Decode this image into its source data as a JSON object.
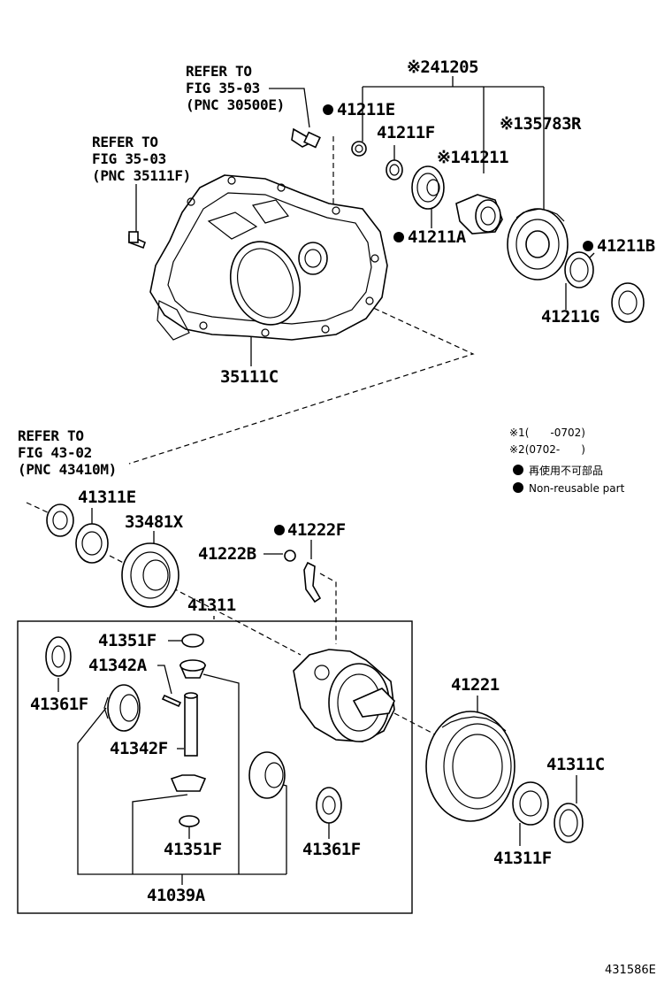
{
  "references": {
    "ref_30500E": [
      "REFER TO",
      "FIG 35-03",
      "(PNC 30500E)"
    ],
    "ref_35111F": [
      "REFER TO",
      "FIG 35-03",
      "(PNC 35111F)"
    ],
    "ref_43410M": [
      "REFER TO",
      "FIG 43-02",
      "(PNC 43410M)"
    ]
  },
  "labels": {
    "p41205": "※241205",
    "p41211E": "41211E",
    "p41211F": "41211F",
    "p35783R": "※135783R",
    "p41211": "※141211",
    "p41211A": "41211A",
    "p41211B": "41211B",
    "p41211G": "41211G",
    "p35111C": "35111C",
    "p41311E": "41311E",
    "p33481X": "33481X",
    "p41222F": "41222F",
    "p41222B": "41222B",
    "p41311": "41311",
    "p41351F_top": "41351F",
    "p41342A": "41342A",
    "p41361F_left": "41361F",
    "p41342F": "41342F",
    "p41351F_bottom": "41351F",
    "p41361F_right": "41361F",
    "p41039A": "41039A",
    "p41221": "41221",
    "p41311C": "41311C",
    "p41311F": "41311F"
  },
  "legend": {
    "note1": "※1(　　-0702)",
    "note2": "※2(0702-　　)",
    "non_reusable_jp": "再使用不可部品",
    "non_reusable_en": "Non-reusable part"
  },
  "figure_id": "431586E"
}
